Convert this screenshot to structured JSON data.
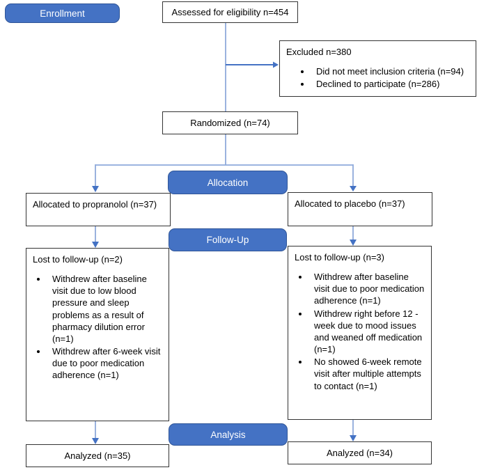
{
  "palette": {
    "pill_fill": "#4472C4",
    "pill_border": "#2F5597",
    "pill_text": "#FFFFFF",
    "box_fill": "#FFFFFF",
    "box_border": "#333333",
    "connector_light": "#8EAADB",
    "connector_dark": "#4472C4"
  },
  "stages": {
    "enrollment": "Enrollment",
    "allocation": "Allocation",
    "followup": "Follow-Up",
    "analysis": "Analysis"
  },
  "flow": {
    "assessed": "Assessed for eligibility n=454",
    "excluded": {
      "title": "Excluded n=380",
      "bullets": [
        "Did not meet inclusion criteria (n=94)",
        "Declined to participate (n=286)"
      ]
    },
    "randomized": "Randomized (n=74)",
    "allocated_propranolol": "Allocated to propranolol (n=37)",
    "allocated_placebo": "Allocated to placebo (n=37)",
    "lost_propranolol": {
      "title": "Lost to follow-up (n=2)",
      "bullets": [
        "Withdrew after baseline visit due to low blood pressure and sleep problems as a result of pharmacy dilution error (n=1)",
        "Withdrew after 6-week visit due to poor medication adherence (n=1)"
      ]
    },
    "lost_placebo": {
      "title": "Lost to follow-up (n=3)",
      "bullets": [
        "Withdrew after baseline visit due to poor medication adherence (n=1)",
        "Withdrew right before 12 - week due to mood issues and weaned off medication (n=1)",
        "No showed 6-week remote visit after multiple attempts to contact (n=1)"
      ]
    },
    "analyzed_propranolol": "Analyzed (n=35)",
    "analyzed_placebo": "Analyzed (n=34)"
  }
}
